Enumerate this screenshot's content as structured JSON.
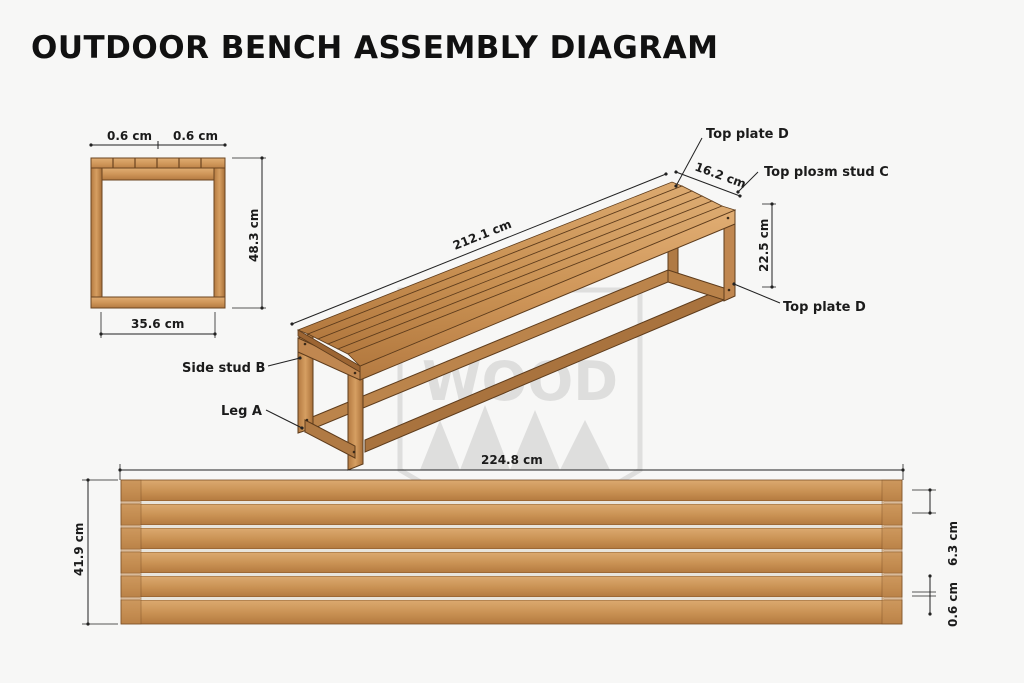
{
  "title": "OUTDOOR BENCH ASSEMBLY DIAGRAM",
  "side_view": {
    "top_left_dim": "0.6 cm",
    "top_right_dim": "0.6 cm",
    "height_dim": "48.3 cm",
    "width_dim": "35.6 cm"
  },
  "iso_view": {
    "length_dim": "212.1 cm",
    "depth_dim": "16.2 cm",
    "height_dim": "22.5 cm",
    "labels": {
      "top_plate_d_upper": "Top plate D",
      "top_plosm_stud_c": "Top ploзm stud C",
      "top_plate_d_lower": "Top plate D",
      "side_stud_b": "Side stud B",
      "leg_a": "Leg A"
    }
  },
  "top_view": {
    "length_dim": "224.8 cm",
    "width_dim": "41.9 cm",
    "slat_dim": "6.3 cm",
    "gap_dim": "0.6 cm"
  },
  "watermark": {
    "text": "WOOD"
  },
  "colors": {
    "wood_light": "#d9a468",
    "wood_mid": "#c38a4f",
    "wood_dark": "#8a5a2e",
    "line": "#2a2a2a"
  }
}
